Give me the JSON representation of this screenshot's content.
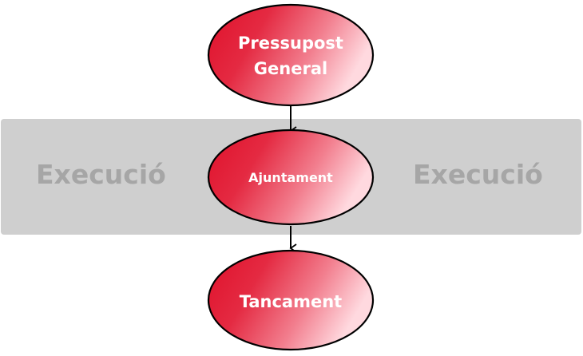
{
  "band": {
    "left_label": "Execució",
    "right_label": "Execució"
  },
  "nodes": [
    {
      "id": "pressupost",
      "lines": [
        "Pressupost",
        "General"
      ]
    },
    {
      "id": "ajuntament",
      "lines": [
        "Ajuntament"
      ]
    },
    {
      "id": "tancament",
      "lines": [
        "Tancament"
      ]
    }
  ],
  "colors": {
    "node_fill_dark": "#e0102a",
    "node_fill_light": "#ffd9df",
    "node_stroke": "#000000",
    "band_fill": "#cfcfcf",
    "band_text": "#a6a6a6",
    "arrow": "#000000"
  }
}
